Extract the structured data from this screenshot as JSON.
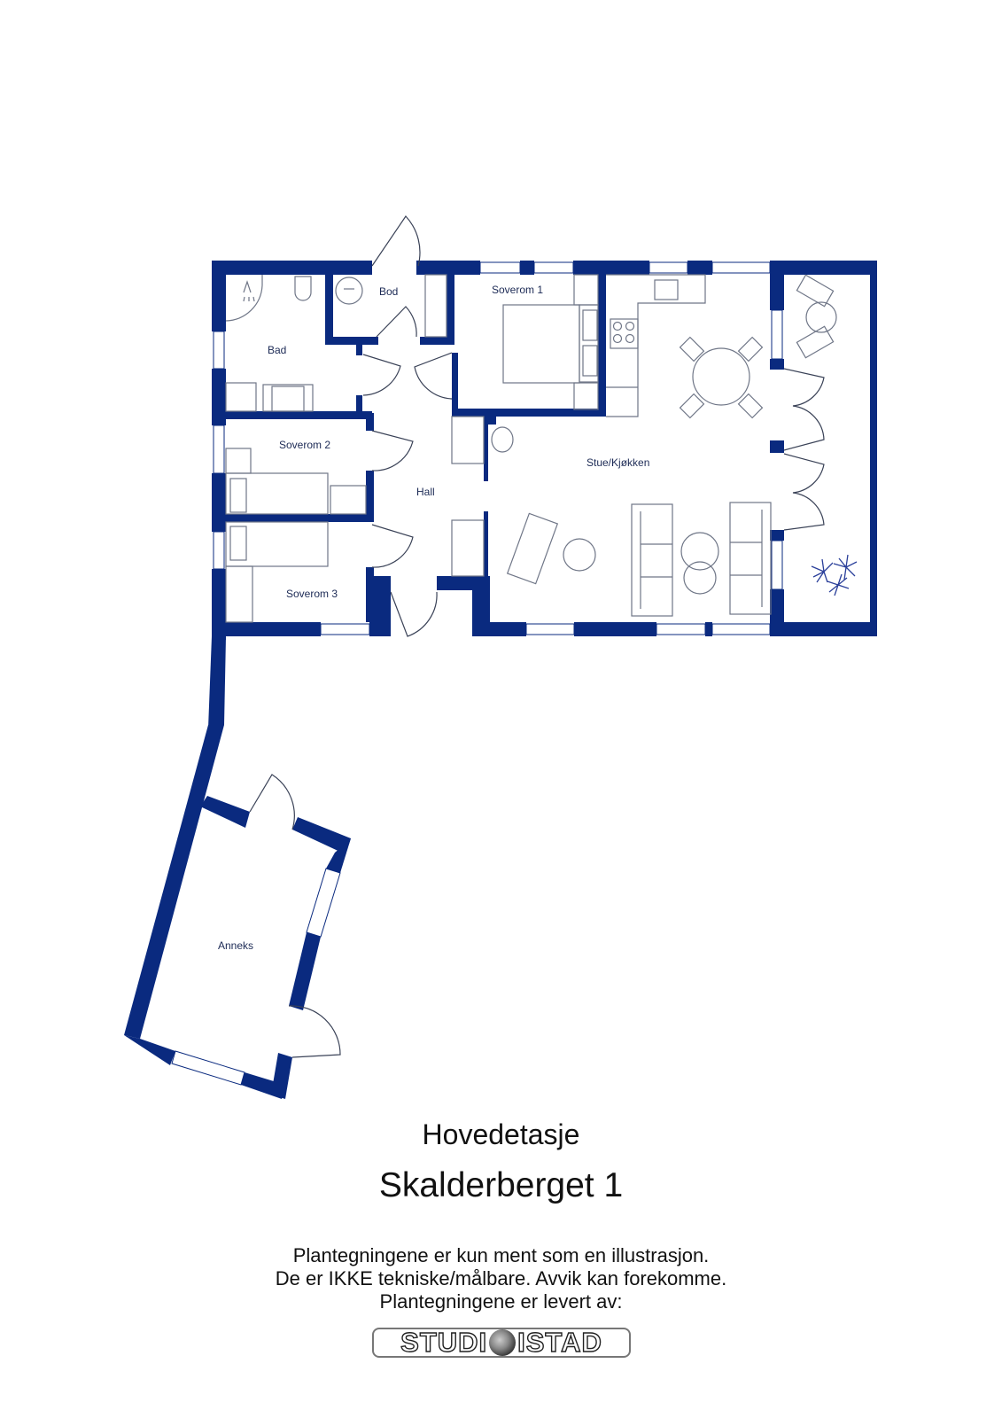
{
  "plan": {
    "rooms": [
      {
        "id": "bad",
        "label": "Bad"
      },
      {
        "id": "bod",
        "label": "Bod"
      },
      {
        "id": "soverom1",
        "label": "Soverom 1"
      },
      {
        "id": "soverom2",
        "label": "Soverom 2"
      },
      {
        "id": "soverom3",
        "label": "Soverom 3"
      },
      {
        "id": "hall",
        "label": "Hall"
      },
      {
        "id": "stue",
        "label": "Stue/Kjøkken"
      },
      {
        "id": "anneks",
        "label": "Anneks"
      }
    ],
    "colors": {
      "wall": "#0a2a7f",
      "furniture": "#6f7687",
      "text": "#1c2a55"
    }
  },
  "caption": {
    "floor_name": "Hovedetasje",
    "address": "Skalderberget 1",
    "disclaimer": [
      "Plantegningene er kun ment som en illustrasjon.",
      "De er IKKE tekniske/målbare. Avvik kan forekomme.",
      "Plantegningene er levert av:"
    ],
    "logo": {
      "left": "STUDI",
      "right": "ISTAD"
    }
  }
}
